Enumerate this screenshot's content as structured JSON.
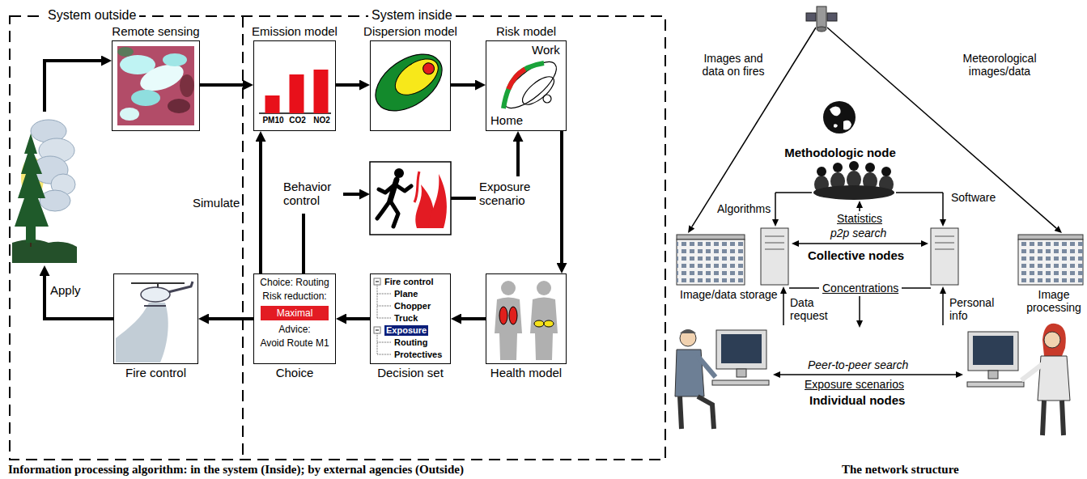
{
  "diagram": {
    "caption": "Information processing algorithm: in the system (Inside); by external agencies (Outside)",
    "nodes": [
      {
        "text": [
          "Remote sensing"
        ]
      },
      {
        "text": [
          "Emission model",
          "PM10",
          "CO2",
          "NO2"
        ]
      },
      {
        "text": [
          "Dispersion model"
        ]
      },
      {
        "text": [
          "Risk model",
          "Work",
          "Home"
        ]
      },
      {
        "text": [
          "Fire control"
        ]
      },
      {
        "text": [
          "Choice",
          "Choice: Routing",
          "Risk reduction:",
          "Maximal",
          "Advice:",
          "Avoid Route M1"
        ]
      },
      {
        "text": [
          "Decision set",
          "Fire control",
          "Plane",
          "Chopper",
          "Truck",
          "Exposure",
          "Routing",
          "Protectives"
        ]
      },
      {
        "text": [
          "Health model"
        ]
      }
    ],
    "edges": [
      {
        "from": 0,
        "to": 1,
        "arrow": "to"
      },
      {
        "from": 1,
        "to": 2,
        "arrow": "to"
      },
      {
        "from": 2,
        "to": 3,
        "arrow": "to"
      },
      {
        "from": 3,
        "to": 7,
        "arrow": "to"
      },
      {
        "from": 7,
        "to": 6,
        "arrow": "to"
      },
      {
        "from": 6,
        "to": 5,
        "arrow": "to"
      },
      {
        "from": 5,
        "to": 4,
        "arrow": "to"
      },
      {
        "from": 5,
        "to": 1,
        "label": "Simulate",
        "arrow": "to"
      }
    ],
    "labels": [
      "System outside",
      "System inside",
      "Behavior control",
      "Exposure scenario",
      "Apply",
      "Images and data on fires",
      "Meteorological images/data",
      "Methodologic node",
      "Algorithms",
      "Software",
      "Statistics",
      "p2p search",
      "Collective nodes",
      "Image/data storage",
      "Image processing",
      "Data request",
      "Concentrations",
      "Personal info",
      "Peer-to-peer search",
      "Exposure scenarios",
      "Individual nodes",
      "The network structure"
    ]
  }
}
